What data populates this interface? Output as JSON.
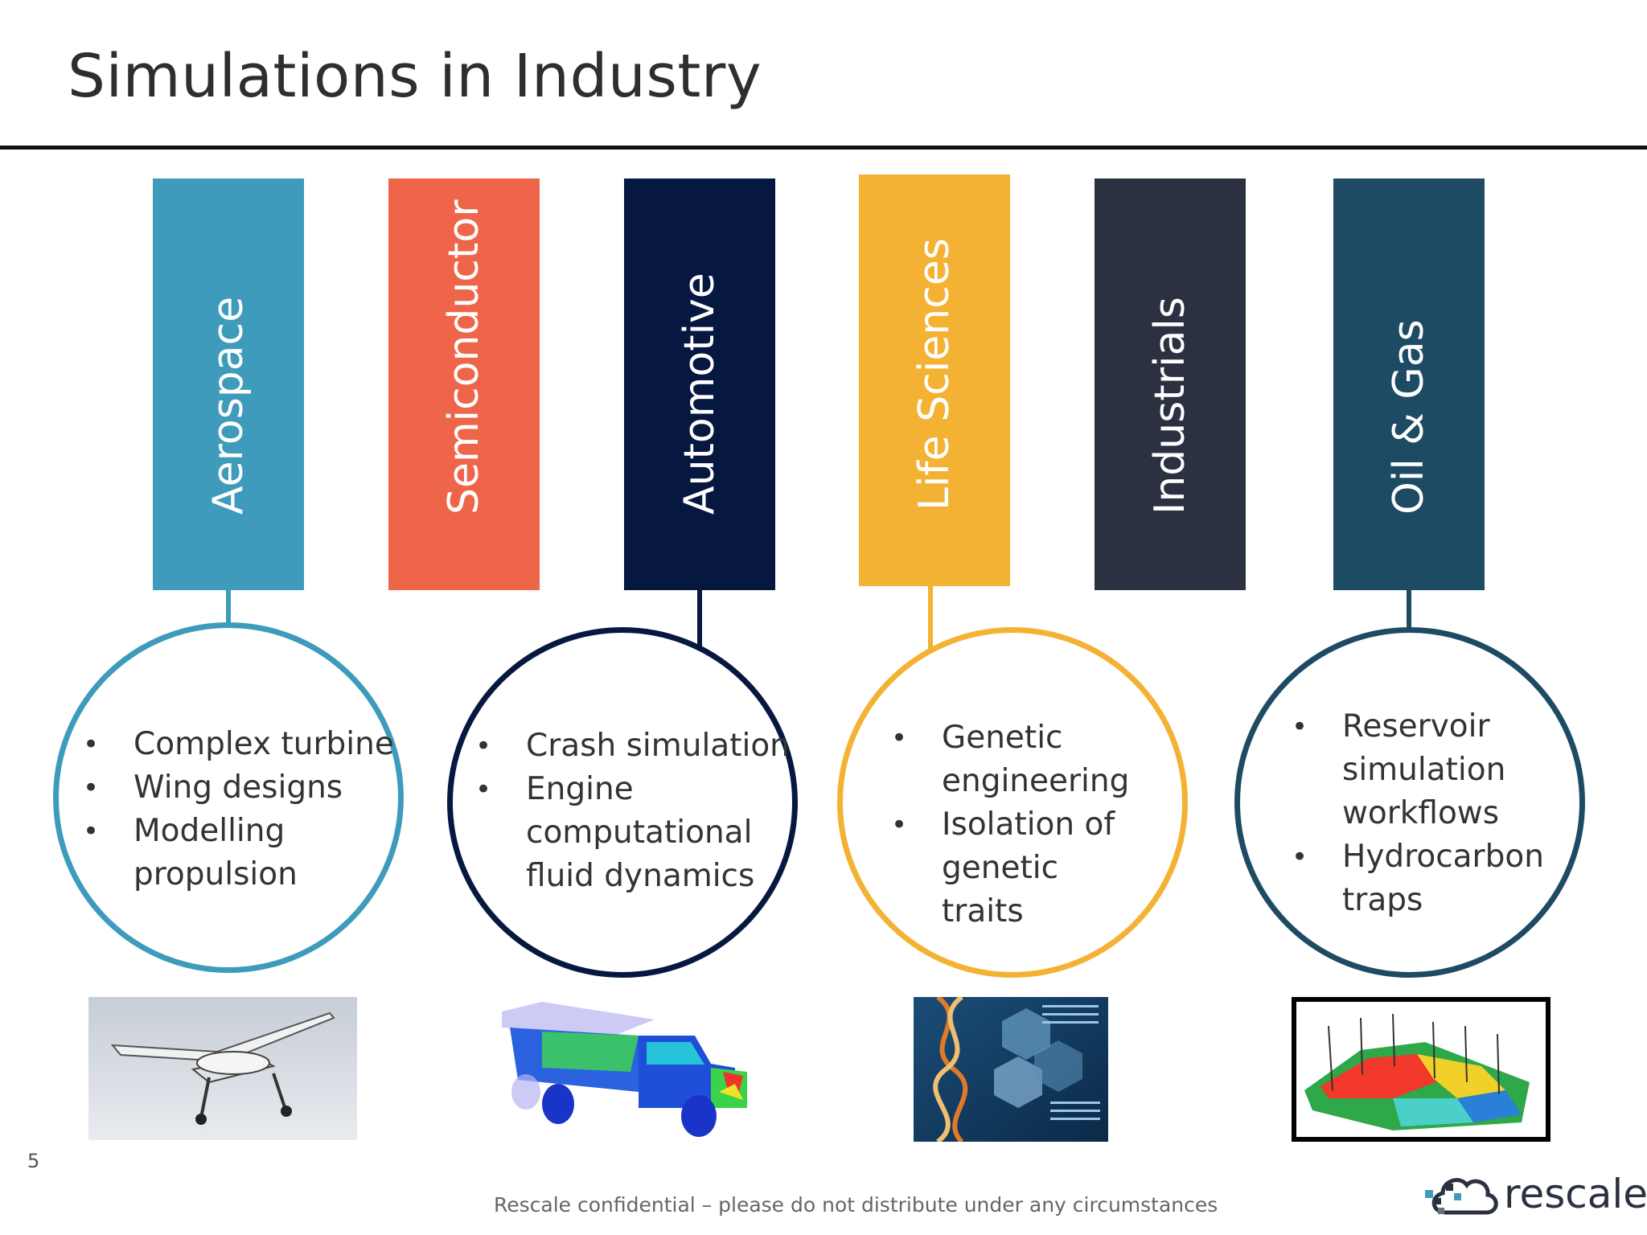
{
  "title": "Simulations in Industry",
  "industries": [
    {
      "label": "Aerospace",
      "color": "#3e9bbb"
    },
    {
      "label": "Semiconductor",
      "color": "#ee6549"
    },
    {
      "label": "Automotive",
      "color": "#061840"
    },
    {
      "label": "Life Sciences",
      "color": "#f4b234"
    },
    {
      "label": "Industrials",
      "color": "#2c3142"
    },
    {
      "label": "Oil & Gas",
      "color": "#1e4b64"
    }
  ],
  "circles": [
    {
      "items": [
        "Complex turbine",
        "Wing designs",
        "Modelling propulsion"
      ]
    },
    {
      "items": [
        "Crash simulation",
        "Engine computational fluid dynamics"
      ]
    },
    {
      "items": [
        "Genetic engineering",
        "Isolation of genetic traits"
      ]
    },
    {
      "items": [
        "Reservoir simulation workflows",
        "Hydrocarbon traps"
      ]
    }
  ],
  "page_number": "5",
  "footer": "Rescale confidential – please do not distribute under any circumstances",
  "logo_text": "rescale"
}
